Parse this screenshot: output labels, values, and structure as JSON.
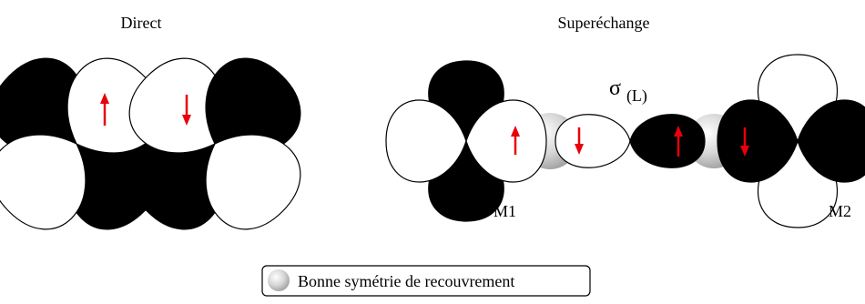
{
  "titles": {
    "direct": "Direct",
    "superexchange": "Superéchange"
  },
  "labels": {
    "sigma": "σ",
    "sigma_sub": "(L)",
    "metal1": "M1",
    "metal2": "M2"
  },
  "legend": {
    "text": "Bonne symétrie de recouvrement",
    "icon": "grey-sphere-icon"
  },
  "colors": {
    "lobe_filled": "#000000",
    "lobe_empty": "#ffffff",
    "spin_arrow": "#e8000b",
    "overlap_sphere": "#c8c8c8"
  },
  "spins": {
    "direct": [
      "up",
      "down"
    ],
    "superexchange": [
      "up",
      "down",
      "up",
      "down"
    ]
  }
}
